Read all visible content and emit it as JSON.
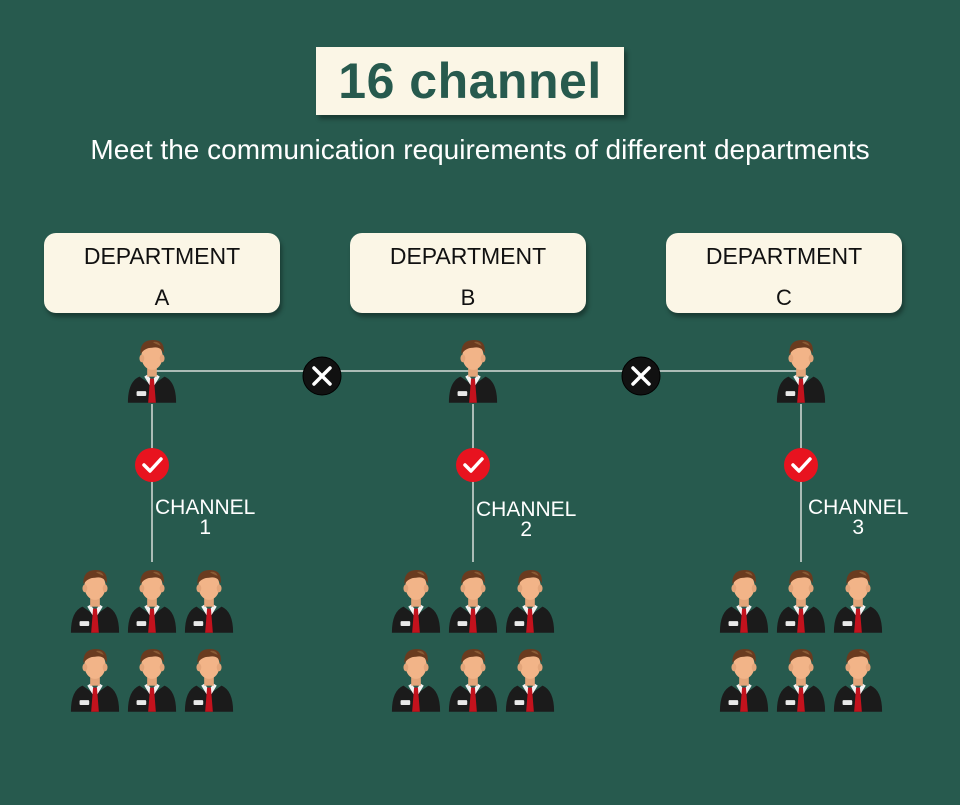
{
  "title": "16 channel",
  "subtitle": "Meet the communication requirements of different departments",
  "departments": [
    {
      "name": "DEPARTMENT",
      "letter": "A",
      "channel_word": "CHANNEL",
      "channel_number": "1"
    },
    {
      "name": "DEPARTMENT",
      "letter": "B",
      "channel_word": "CHANNEL",
      "channel_number": "2"
    },
    {
      "name": "DEPARTMENT",
      "letter": "C",
      "channel_word": "CHANNEL",
      "channel_number": "3"
    }
  ],
  "colors": {
    "background": "#275a4e",
    "box": "#fbf6e6",
    "title_text": "#275a4e",
    "check": "#e8131f",
    "blocked": "#111111",
    "line": "#d7ddd9"
  },
  "icons": {
    "person": "businessman-icon",
    "allowed": "checkmark-circle-icon",
    "blocked": "cross-circle-icon"
  },
  "members_per_department": 6
}
